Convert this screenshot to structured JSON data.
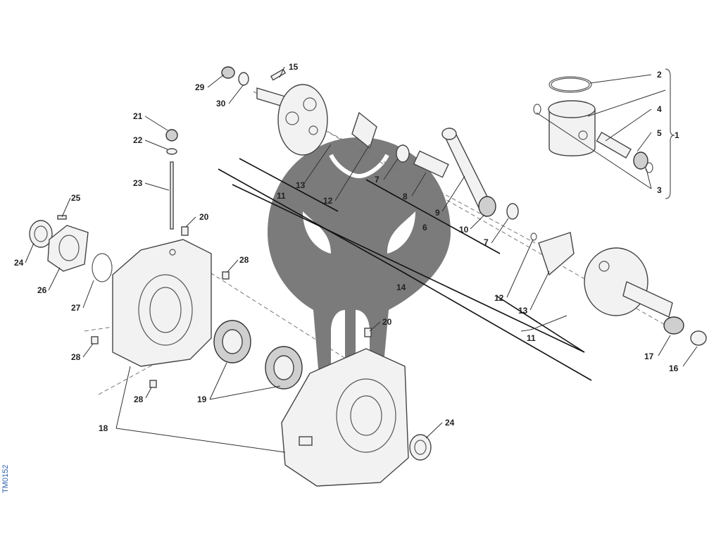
{
  "diagram": {
    "drawing_code": "TM0152",
    "callouts": {
      "c1": "1",
      "c2": "2",
      "c3": "3",
      "c4": "4",
      "c5": "5",
      "c6": "6",
      "c7a": "7",
      "c7b": "7",
      "c8": "8",
      "c9": "9",
      "c10": "10",
      "c11a": "11",
      "c11b": "11",
      "c12a": "12",
      "c12b": "12",
      "c13a": "13",
      "c13b": "13",
      "c14": "14",
      "c15": "15",
      "c16": "16",
      "c17": "17",
      "c18": "18",
      "c19": "19",
      "c20a": "20",
      "c20b": "20",
      "c21": "21",
      "c22": "22",
      "c23": "23",
      "c24a": "24",
      "c24b": "24",
      "c25": "25",
      "c26": "26",
      "c27": "27",
      "c28a": "28",
      "c28b": "28",
      "c28c": "28",
      "c29": "29",
      "c30": "30"
    }
  }
}
